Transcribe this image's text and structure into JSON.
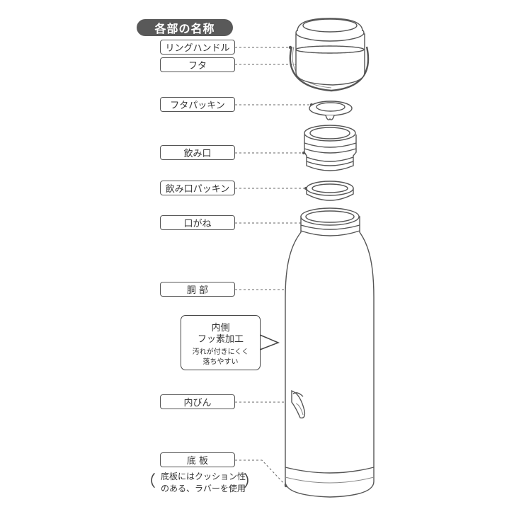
{
  "header": {
    "title": "各部の名称"
  },
  "parts": [
    {
      "label": "リングハンドル"
    },
    {
      "label": "フタ"
    },
    {
      "label": "フタパッキン"
    },
    {
      "label": "飲み口"
    },
    {
      "label": "飲み口パッキン"
    },
    {
      "label": "口がね"
    },
    {
      "label": "胴 部"
    },
    {
      "label": "内びん"
    },
    {
      "label": "底 板"
    }
  ],
  "callout": {
    "line1": "内側",
    "line2": "フッ素加工",
    "line3": "汚れが付きにくく",
    "line4": "落ちやすい"
  },
  "bottom_note": {
    "line1": "底板にはクッション性",
    "line2": "のある、ラバーを使用",
    "open_paren": "（",
    "close_paren": "）"
  },
  "colors": {
    "stroke": "#555555",
    "header_fill": "#595959",
    "text": "#333333"
  }
}
